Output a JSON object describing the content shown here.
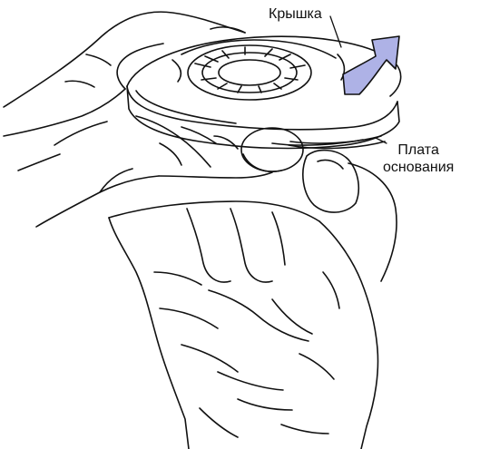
{
  "labels": {
    "cover": "Крышка",
    "base_line1": "Плата",
    "base_line2": "основания"
  },
  "colors": {
    "line": "#111111",
    "arrow_fill": "#aeb2e6",
    "background": "#ffffff"
  }
}
